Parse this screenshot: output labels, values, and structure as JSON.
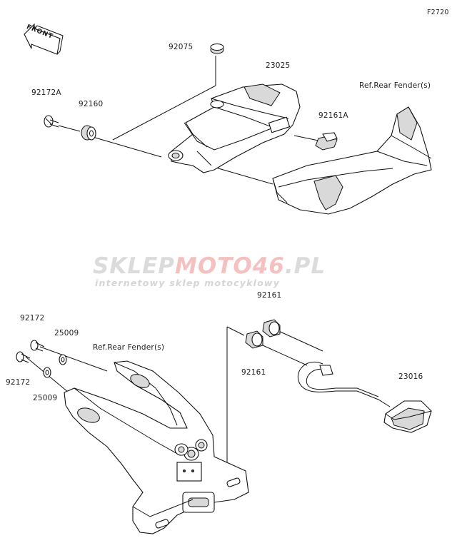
{
  "diagram_code": "F2720",
  "front_label": "FRONT",
  "watermark": {
    "brand_a": "SKLEP",
    "brand_b": "MOTO",
    "brand_c": "46",
    "brand_d": ".PL",
    "tagline": "internetowy sklep motocyklowy"
  },
  "parts": {
    "p92075": "92075",
    "p23025": "23025",
    "p92172A": "92172A",
    "p92160": "92160",
    "p92161A": "92161A",
    "ref_fender_top": "Ref.Rear Fender(s)",
    "p92172_a": "92172",
    "p25009_a": "25009",
    "ref_fender_bottom": "Ref.Rear Fender(s)",
    "p92172_b": "92172",
    "p25009_b": "25009",
    "p92161_a": "92161",
    "p92161_b": "92161",
    "p23016": "23016"
  }
}
